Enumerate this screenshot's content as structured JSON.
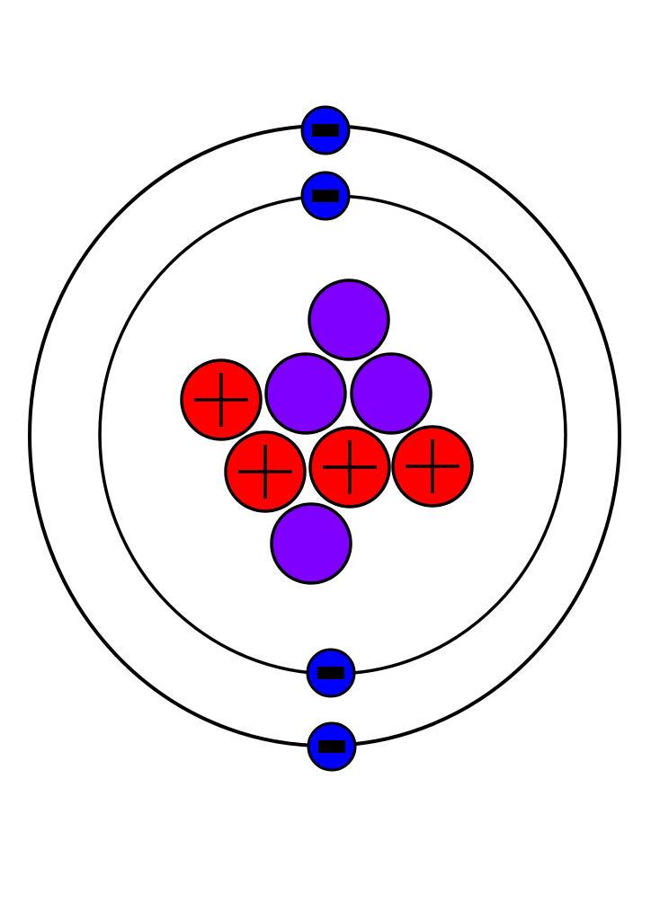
{
  "diagram": {
    "particles": {
      "protons": 4,
      "neutrons": 4,
      "electrons": 4
    },
    "colors": {
      "proton": "#ff0000",
      "neutron": "#7f00ff",
      "electron": "#0000ff",
      "stroke": "#000000",
      "background": "#ffffff"
    },
    "shells": [
      {
        "name": "inner",
        "electrons": 2
      },
      {
        "name": "outer",
        "electrons": 2
      }
    ]
  }
}
